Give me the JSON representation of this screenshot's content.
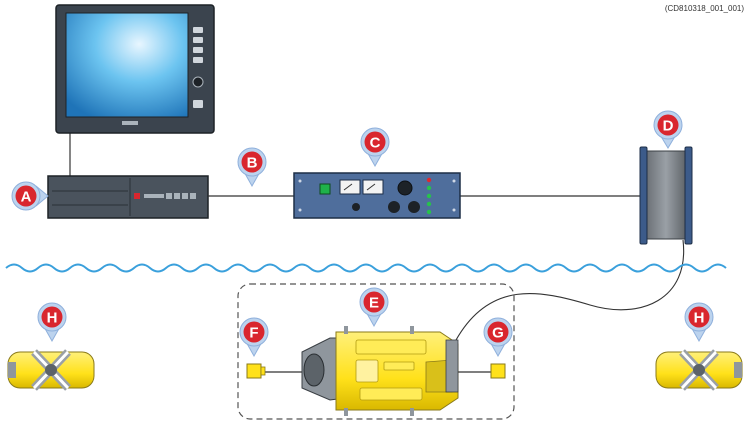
{
  "reference_code": "(CD810318_001_001)",
  "labels": {
    "A": "A",
    "B": "B",
    "C": "C",
    "D": "D",
    "E": "E",
    "F": "F",
    "G": "G",
    "H_left": "H",
    "H_right": "H"
  },
  "colors": {
    "label_fill": "#d9262e",
    "callout_ring": "#bcd3ee",
    "water": "#3aa0dc",
    "vehicle_yellow": "#ffe11a",
    "equipment_gray": "#556270",
    "panel_blue": "#4b6a9b",
    "screen_blue": "#55b6ee"
  }
}
